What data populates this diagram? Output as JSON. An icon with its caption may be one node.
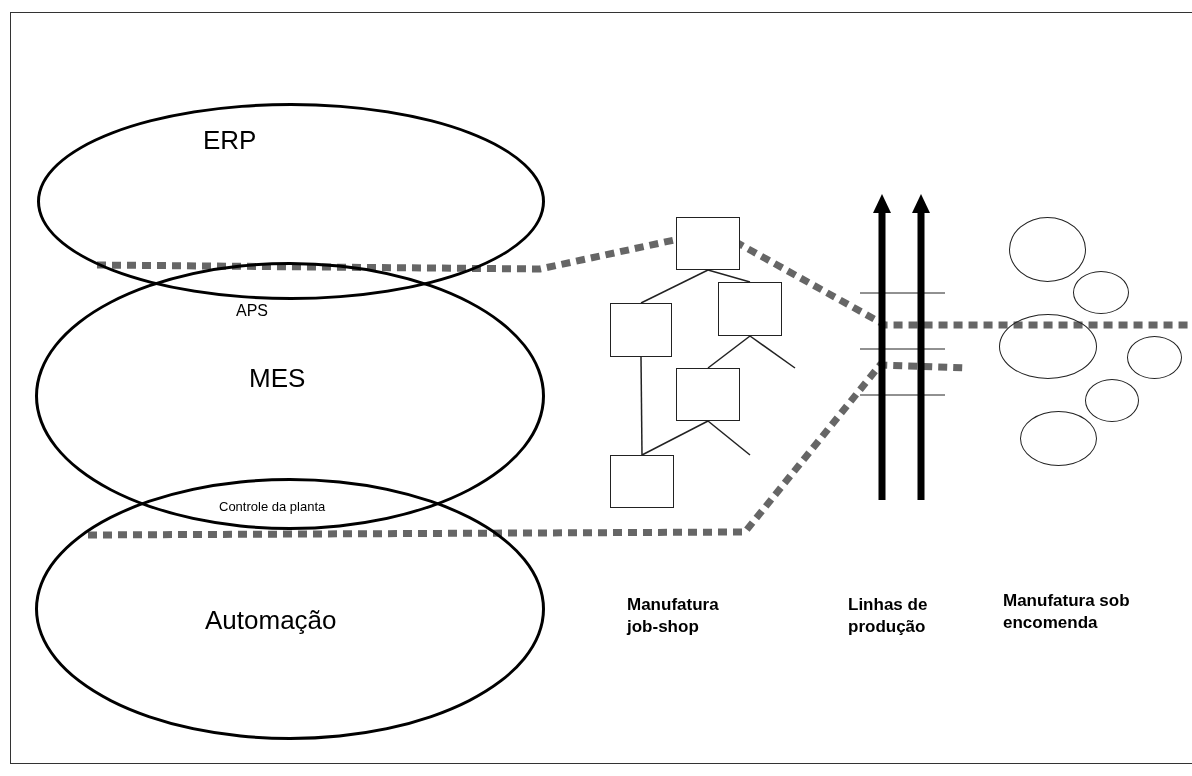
{
  "diagram": {
    "nodes": [
      {
        "text": [
          "ERP"
        ]
      },
      {
        "text": [
          "MES"
        ]
      },
      {
        "text": [
          "Automação"
        ]
      },
      {
        "text": [],
        "shape": "box"
      },
      {
        "text": [],
        "shape": "box"
      },
      {
        "text": [],
        "shape": "box"
      },
      {
        "text": [],
        "shape": "box"
      },
      {
        "text": [],
        "shape": "box"
      },
      {
        "text": [],
        "shape": "circle"
      },
      {
        "text": [],
        "shape": "circle"
      },
      {
        "text": [],
        "shape": "circle"
      },
      {
        "text": [],
        "shape": "circle"
      },
      {
        "text": [],
        "shape": "circle"
      },
      {
        "text": [],
        "shape": "circle"
      }
    ],
    "edges": [
      {
        "from": 3,
        "to": 5,
        "arrow": "none"
      },
      {
        "from": 3,
        "to": 4,
        "arrow": "none"
      },
      {
        "from": 5,
        "to": 7,
        "arrow": "none"
      },
      {
        "from": 4,
        "to": 6,
        "arrow": "none"
      },
      {
        "from": 4,
        "to": null,
        "arrow": "none"
      },
      {
        "from": 6,
        "to": 7,
        "arrow": "none"
      },
      {
        "from": 6,
        "to": null,
        "arrow": "none"
      }
    ],
    "labels": [
      "APS",
      "Controle da planta",
      "Manufatura job-shop",
      "Linhas de produção",
      "Manufatura sob encomenda"
    ]
  }
}
